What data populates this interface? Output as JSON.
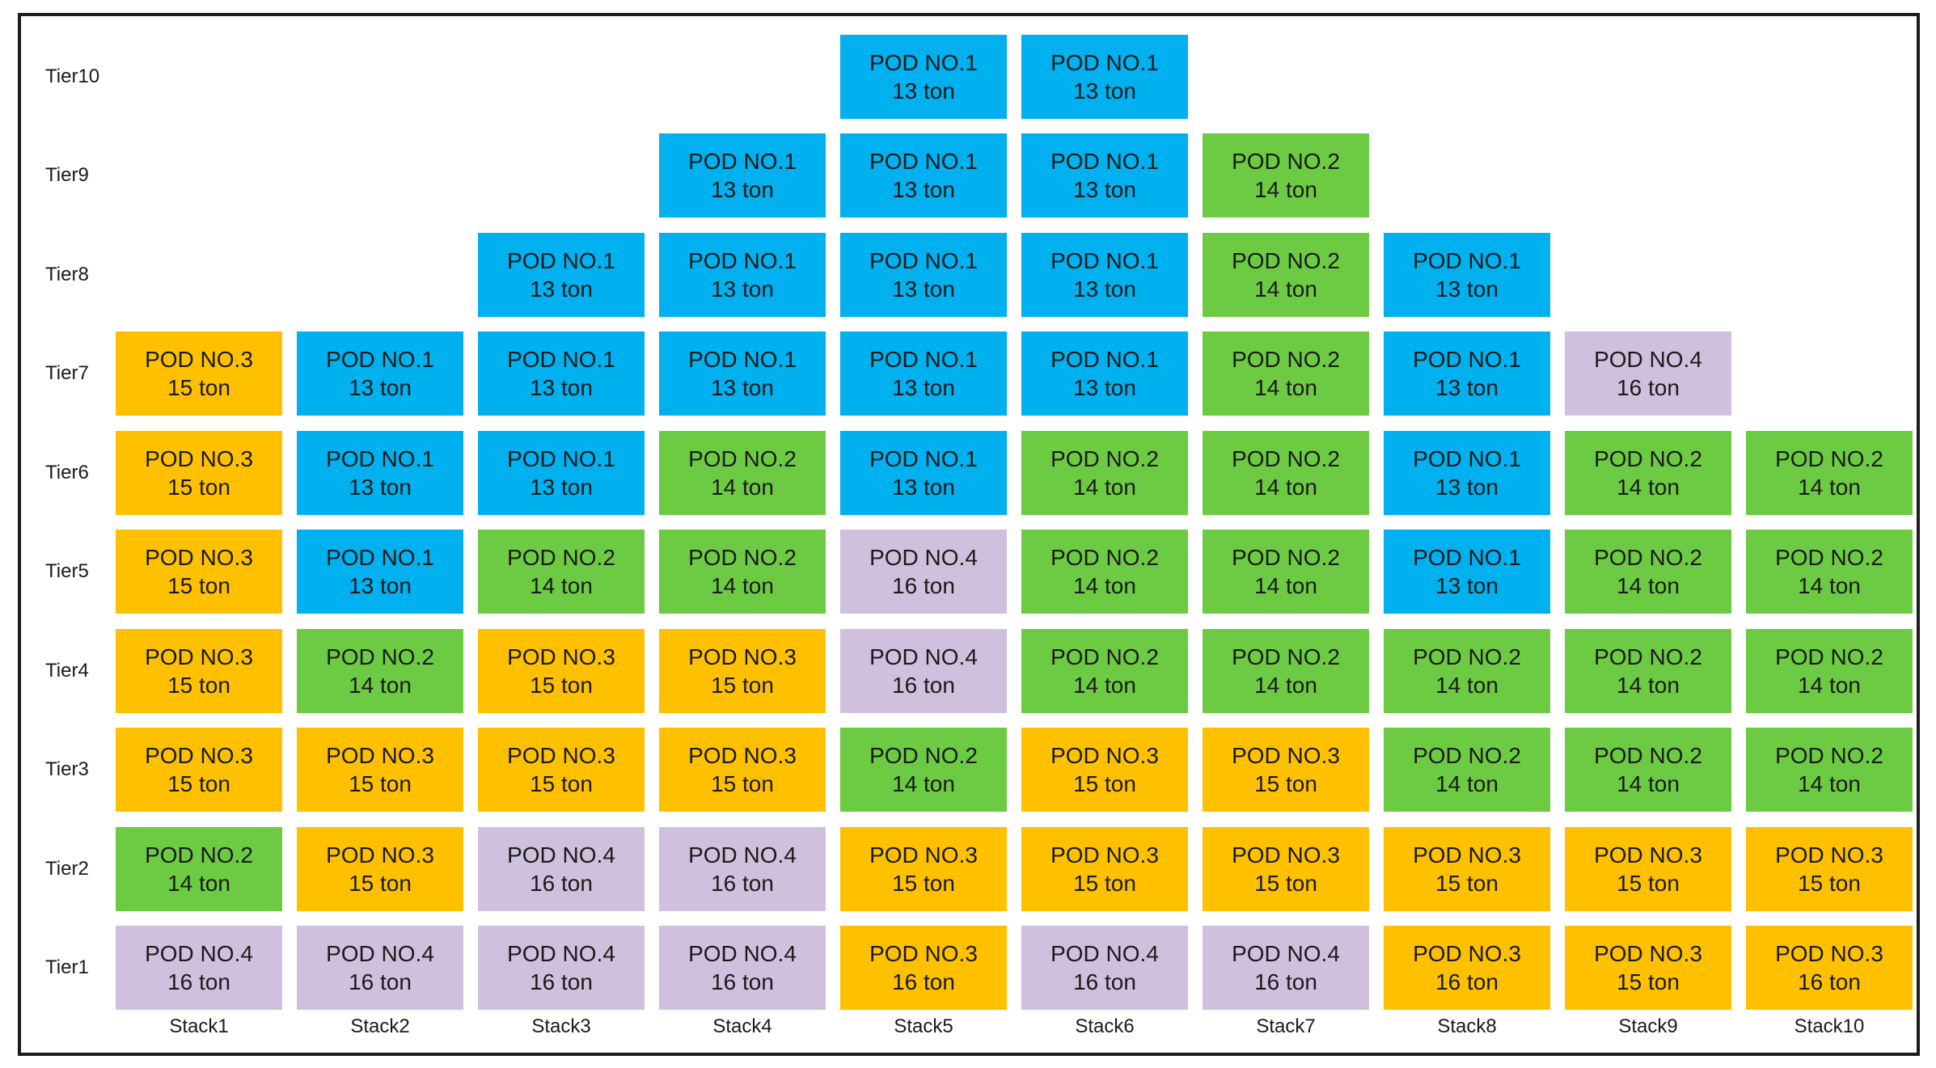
{
  "colors": {
    "POD NO.1": "#00b0ef",
    "POD NO.2": "#6ccb43",
    "POD NO.3": "#ffc000",
    "POD NO.4": "#cfc1dd"
  },
  "tiers": [
    "Tier1",
    "Tier2",
    "Tier3",
    "Tier4",
    "Tier5",
    "Tier6",
    "Tier7",
    "Tier8",
    "Tier9",
    "Tier10"
  ],
  "stacks": [
    {
      "label": "Stack1",
      "cells": [
        {
          "pod": "POD NO.4",
          "weight": "16 ton"
        },
        {
          "pod": "POD NO.2",
          "weight": "14 ton"
        },
        {
          "pod": "POD NO.3",
          "weight": "15 ton"
        },
        {
          "pod": "POD NO.3",
          "weight": "15 ton"
        },
        {
          "pod": "POD NO.3",
          "weight": "15 ton"
        },
        {
          "pod": "POD NO.3",
          "weight": "15 ton"
        },
        {
          "pod": "POD NO.3",
          "weight": "15 ton"
        }
      ]
    },
    {
      "label": "Stack2",
      "cells": [
        {
          "pod": "POD NO.4",
          "weight": "16 ton"
        },
        {
          "pod": "POD NO.3",
          "weight": "15 ton"
        },
        {
          "pod": "POD NO.3",
          "weight": "15 ton"
        },
        {
          "pod": "POD NO.2",
          "weight": "14 ton"
        },
        {
          "pod": "POD NO.1",
          "weight": "13 ton"
        },
        {
          "pod": "POD NO.1",
          "weight": "13 ton"
        },
        {
          "pod": "POD NO.1",
          "weight": "13 ton"
        }
      ]
    },
    {
      "label": "Stack3",
      "cells": [
        {
          "pod": "POD NO.4",
          "weight": "16 ton"
        },
        {
          "pod": "POD NO.4",
          "weight": "16 ton"
        },
        {
          "pod": "POD NO.3",
          "weight": "15 ton"
        },
        {
          "pod": "POD NO.3",
          "weight": "15 ton"
        },
        {
          "pod": "POD NO.2",
          "weight": "14 ton"
        },
        {
          "pod": "POD NO.1",
          "weight": "13 ton"
        },
        {
          "pod": "POD NO.1",
          "weight": "13 ton"
        },
        {
          "pod": "POD NO.1",
          "weight": "13 ton"
        }
      ]
    },
    {
      "label": "Stack4",
      "cells": [
        {
          "pod": "POD NO.4",
          "weight": "16 ton"
        },
        {
          "pod": "POD NO.4",
          "weight": "16 ton"
        },
        {
          "pod": "POD NO.3",
          "weight": "15 ton"
        },
        {
          "pod": "POD NO.3",
          "weight": "15 ton"
        },
        {
          "pod": "POD NO.2",
          "weight": "14 ton"
        },
        {
          "pod": "POD NO.2",
          "weight": "14 ton"
        },
        {
          "pod": "POD NO.1",
          "weight": "13 ton"
        },
        {
          "pod": "POD NO.1",
          "weight": "13 ton"
        },
        {
          "pod": "POD NO.1",
          "weight": "13 ton"
        }
      ]
    },
    {
      "label": "Stack5",
      "cells": [
        {
          "pod": "POD NO.3",
          "weight": "16 ton"
        },
        {
          "pod": "POD NO.3",
          "weight": "15 ton"
        },
        {
          "pod": "POD NO.2",
          "weight": "14 ton"
        },
        {
          "pod": "POD NO.4",
          "weight": "16 ton"
        },
        {
          "pod": "POD NO.4",
          "weight": "16 ton"
        },
        {
          "pod": "POD NO.1",
          "weight": "13 ton"
        },
        {
          "pod": "POD NO.1",
          "weight": "13 ton"
        },
        {
          "pod": "POD NO.1",
          "weight": "13 ton"
        },
        {
          "pod": "POD NO.1",
          "weight": "13 ton"
        },
        {
          "pod": "POD NO.1",
          "weight": "13 ton"
        }
      ]
    },
    {
      "label": "Stack6",
      "cells": [
        {
          "pod": "POD NO.4",
          "weight": "16 ton"
        },
        {
          "pod": "POD NO.3",
          "weight": "15 ton"
        },
        {
          "pod": "POD NO.3",
          "weight": "15 ton"
        },
        {
          "pod": "POD NO.2",
          "weight": "14 ton"
        },
        {
          "pod": "POD NO.2",
          "weight": "14 ton"
        },
        {
          "pod": "POD NO.2",
          "weight": "14 ton"
        },
        {
          "pod": "POD NO.1",
          "weight": "13 ton"
        },
        {
          "pod": "POD NO.1",
          "weight": "13 ton"
        },
        {
          "pod": "POD NO.1",
          "weight": "13 ton"
        },
        {
          "pod": "POD NO.1",
          "weight": "13 ton"
        }
      ]
    },
    {
      "label": "Stack7",
      "cells": [
        {
          "pod": "POD NO.4",
          "weight": "16 ton"
        },
        {
          "pod": "POD NO.3",
          "weight": "15 ton"
        },
        {
          "pod": "POD NO.3",
          "weight": "15 ton"
        },
        {
          "pod": "POD NO.2",
          "weight": "14 ton"
        },
        {
          "pod": "POD NO.2",
          "weight": "14 ton"
        },
        {
          "pod": "POD NO.2",
          "weight": "14 ton"
        },
        {
          "pod": "POD NO.2",
          "weight": "14 ton"
        },
        {
          "pod": "POD NO.2",
          "weight": "14 ton"
        },
        {
          "pod": "POD NO.2",
          "weight": "14 ton"
        }
      ]
    },
    {
      "label": "Stack8",
      "cells": [
        {
          "pod": "POD NO.3",
          "weight": "16 ton"
        },
        {
          "pod": "POD NO.3",
          "weight": "15 ton"
        },
        {
          "pod": "POD NO.2",
          "weight": "14 ton"
        },
        {
          "pod": "POD NO.2",
          "weight": "14 ton"
        },
        {
          "pod": "POD NO.1",
          "weight": "13 ton"
        },
        {
          "pod": "POD NO.1",
          "weight": "13 ton"
        },
        {
          "pod": "POD NO.1",
          "weight": "13 ton"
        },
        {
          "pod": "POD NO.1",
          "weight": "13 ton"
        }
      ]
    },
    {
      "label": "Stack9",
      "cells": [
        {
          "pod": "POD NO.3",
          "weight": "15 ton"
        },
        {
          "pod": "POD NO.3",
          "weight": "15 ton"
        },
        {
          "pod": "POD NO.2",
          "weight": "14 ton"
        },
        {
          "pod": "POD NO.2",
          "weight": "14 ton"
        },
        {
          "pod": "POD NO.2",
          "weight": "14 ton"
        },
        {
          "pod": "POD NO.2",
          "weight": "14 ton"
        },
        {
          "pod": "POD NO.4",
          "weight": "16 ton"
        }
      ]
    },
    {
      "label": "Stack10",
      "cells": [
        {
          "pod": "POD NO.3",
          "weight": "16 ton"
        },
        {
          "pod": "POD NO.3",
          "weight": "15 ton"
        },
        {
          "pod": "POD NO.2",
          "weight": "14 ton"
        },
        {
          "pod": "POD NO.2",
          "weight": "14 ton"
        },
        {
          "pod": "POD NO.2",
          "weight": "14 ton"
        },
        {
          "pod": "POD NO.2",
          "weight": "14 ton"
        }
      ]
    }
  ]
}
